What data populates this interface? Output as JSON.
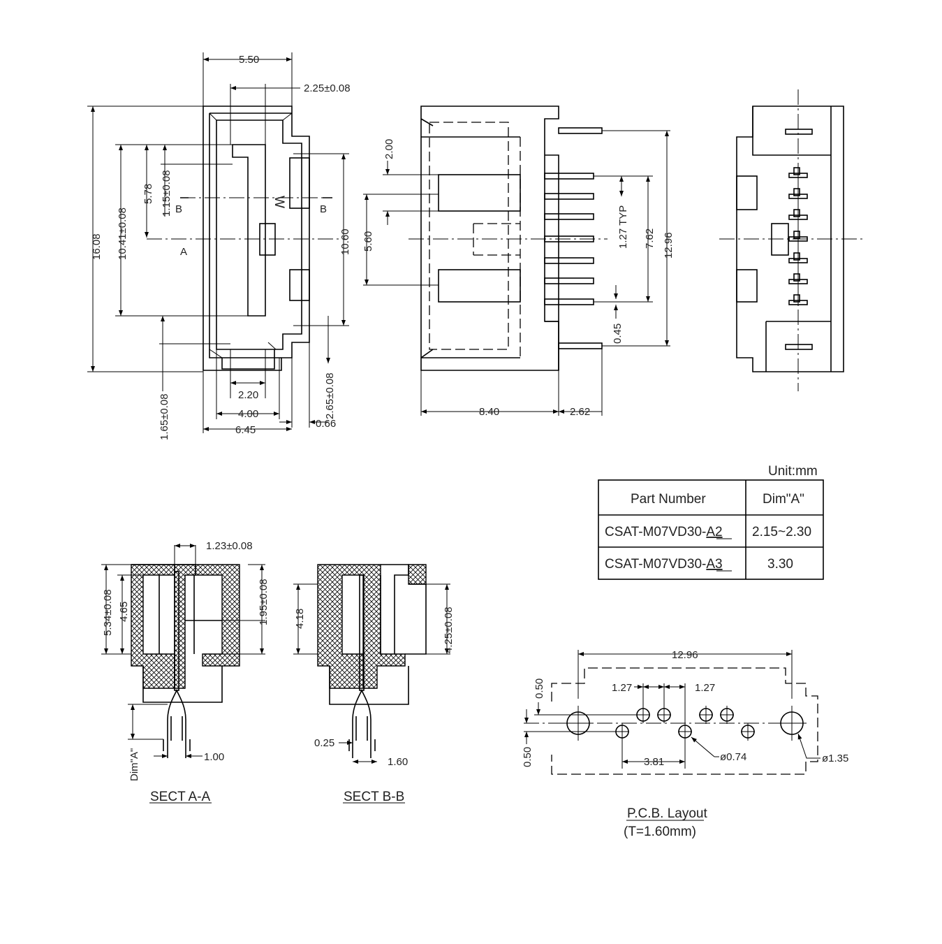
{
  "front_view": {
    "dims": {
      "w550": "5.50",
      "w225": "2.25±0.08",
      "h1608": "16.08",
      "h1041": "10.41±0.08",
      "h578": "5.78",
      "h115": "1.15±0.08",
      "h1060": "10.60",
      "h165": "1.65±0.08",
      "h265": "2.65±0.08",
      "w220": "2.20",
      "w400": "4.00",
      "w645": "6.45",
      "w066": "0.66"
    },
    "section_marks": {
      "b_left": "B",
      "b_right": "B",
      "a": "A"
    }
  },
  "side_view": {
    "dims": {
      "d200": "2.00",
      "d560": "5.60",
      "d127": "1.27 TYP",
      "d762": "7.62",
      "d1296": "12.96",
      "d045": "0.45",
      "d840": "8.40",
      "d262": "2.62"
    }
  },
  "sect_a": {
    "title": "SECT A-A",
    "dims": {
      "d123": "1.23±0.08",
      "d534": "5.34±0.08",
      "d465": "4.65",
      "d195": "1.95±0.08",
      "dimA": "Dim\"A\"",
      "d100": "1.00"
    }
  },
  "sect_b": {
    "title": "SECT B-B",
    "dims": {
      "d418": "4.18",
      "d425": "4.25±0.08",
      "d025": "0.25",
      "d160": "1.60"
    }
  },
  "table": {
    "unit": "Unit:mm",
    "headers": [
      "Part Number",
      "Dim\"A\""
    ],
    "rows": [
      {
        "prefix": "CSAT-M07VD30-",
        "suffix": "A2",
        "dim": "2.15~2.30"
      },
      {
        "prefix": "CSAT-M07VD30-",
        "suffix": "A3",
        "dim": "3.30"
      }
    ]
  },
  "pcb": {
    "title": "P.C.B. Layout",
    "subtitle": "(T=1.60mm)",
    "dims": {
      "w1296": "12.96",
      "p1": "1.27",
      "p2": "1.27",
      "v1": "0.50",
      "v2": "0.50",
      "p381": "3.81",
      "hole_small": "ø0.74",
      "hole_big": "ø1.35"
    }
  }
}
